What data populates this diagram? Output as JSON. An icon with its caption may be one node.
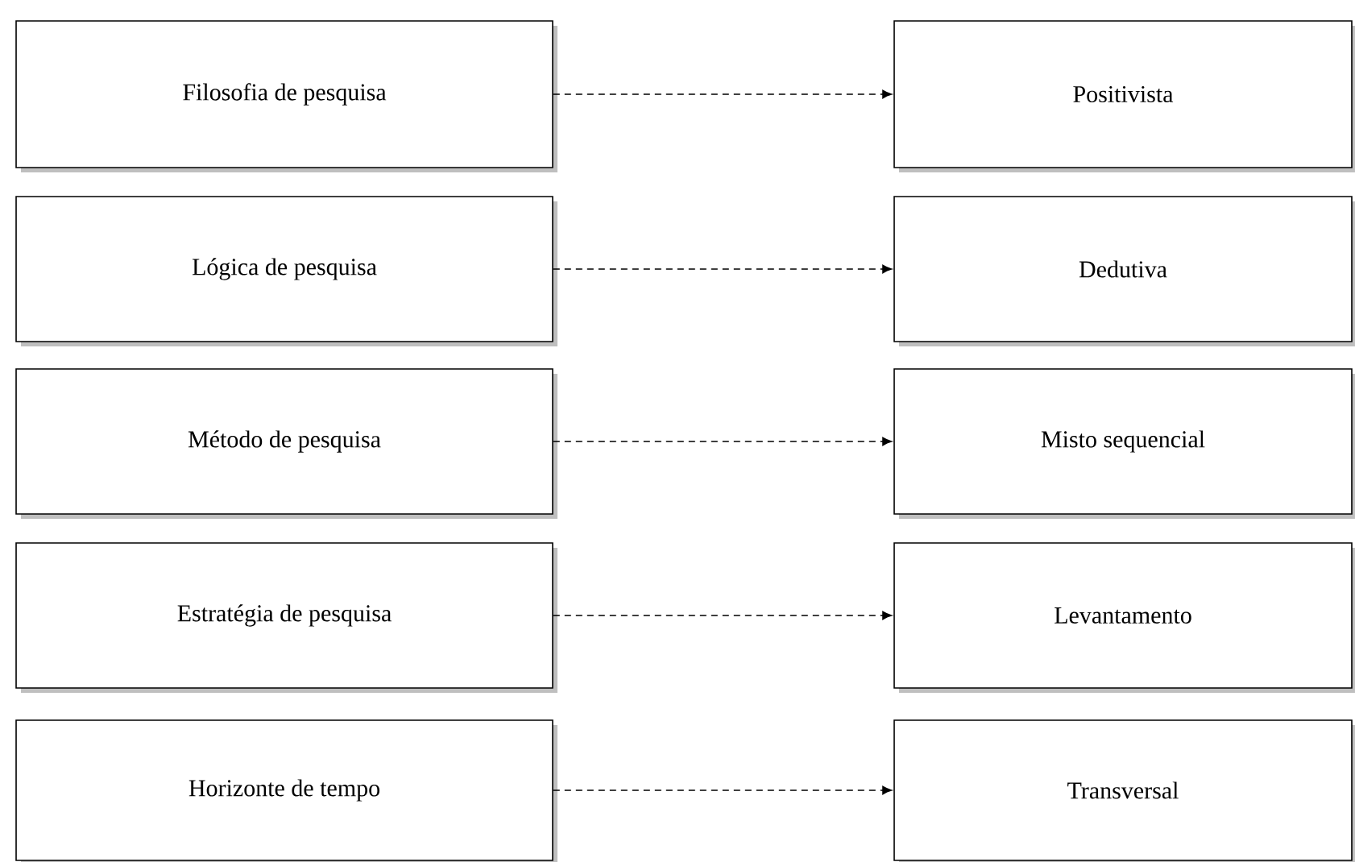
{
  "diagram": {
    "nodes": [
      {
        "text": [
          "Filosofia de pesquisa"
        ]
      },
      {
        "text": [
          "Positivista"
        ]
      },
      {
        "text": [
          "Lógica de pesquisa"
        ]
      },
      {
        "text": [
          "Dedutiva"
        ]
      },
      {
        "text": [
          "Método de pesquisa"
        ]
      },
      {
        "text": [
          "Misto sequencial"
        ]
      },
      {
        "text": [
          "Estratégia de pesquisa"
        ]
      },
      {
        "text": [
          "Levantamento"
        ]
      },
      {
        "text": [
          "Horizonte de tempo"
        ]
      },
      {
        "text": [
          "Transversal"
        ]
      }
    ],
    "edges": [
      {
        "from": 0,
        "to": 1,
        "arrow": "to",
        "style": "dashed"
      },
      {
        "from": 2,
        "to": 3,
        "arrow": "to",
        "style": "dashed"
      },
      {
        "from": 4,
        "to": 5,
        "arrow": "to",
        "style": "dashed"
      },
      {
        "from": 6,
        "to": 7,
        "arrow": "to",
        "style": "dashed"
      },
      {
        "from": 8,
        "to": 9,
        "arrow": "to",
        "style": "dashed"
      }
    ]
  }
}
